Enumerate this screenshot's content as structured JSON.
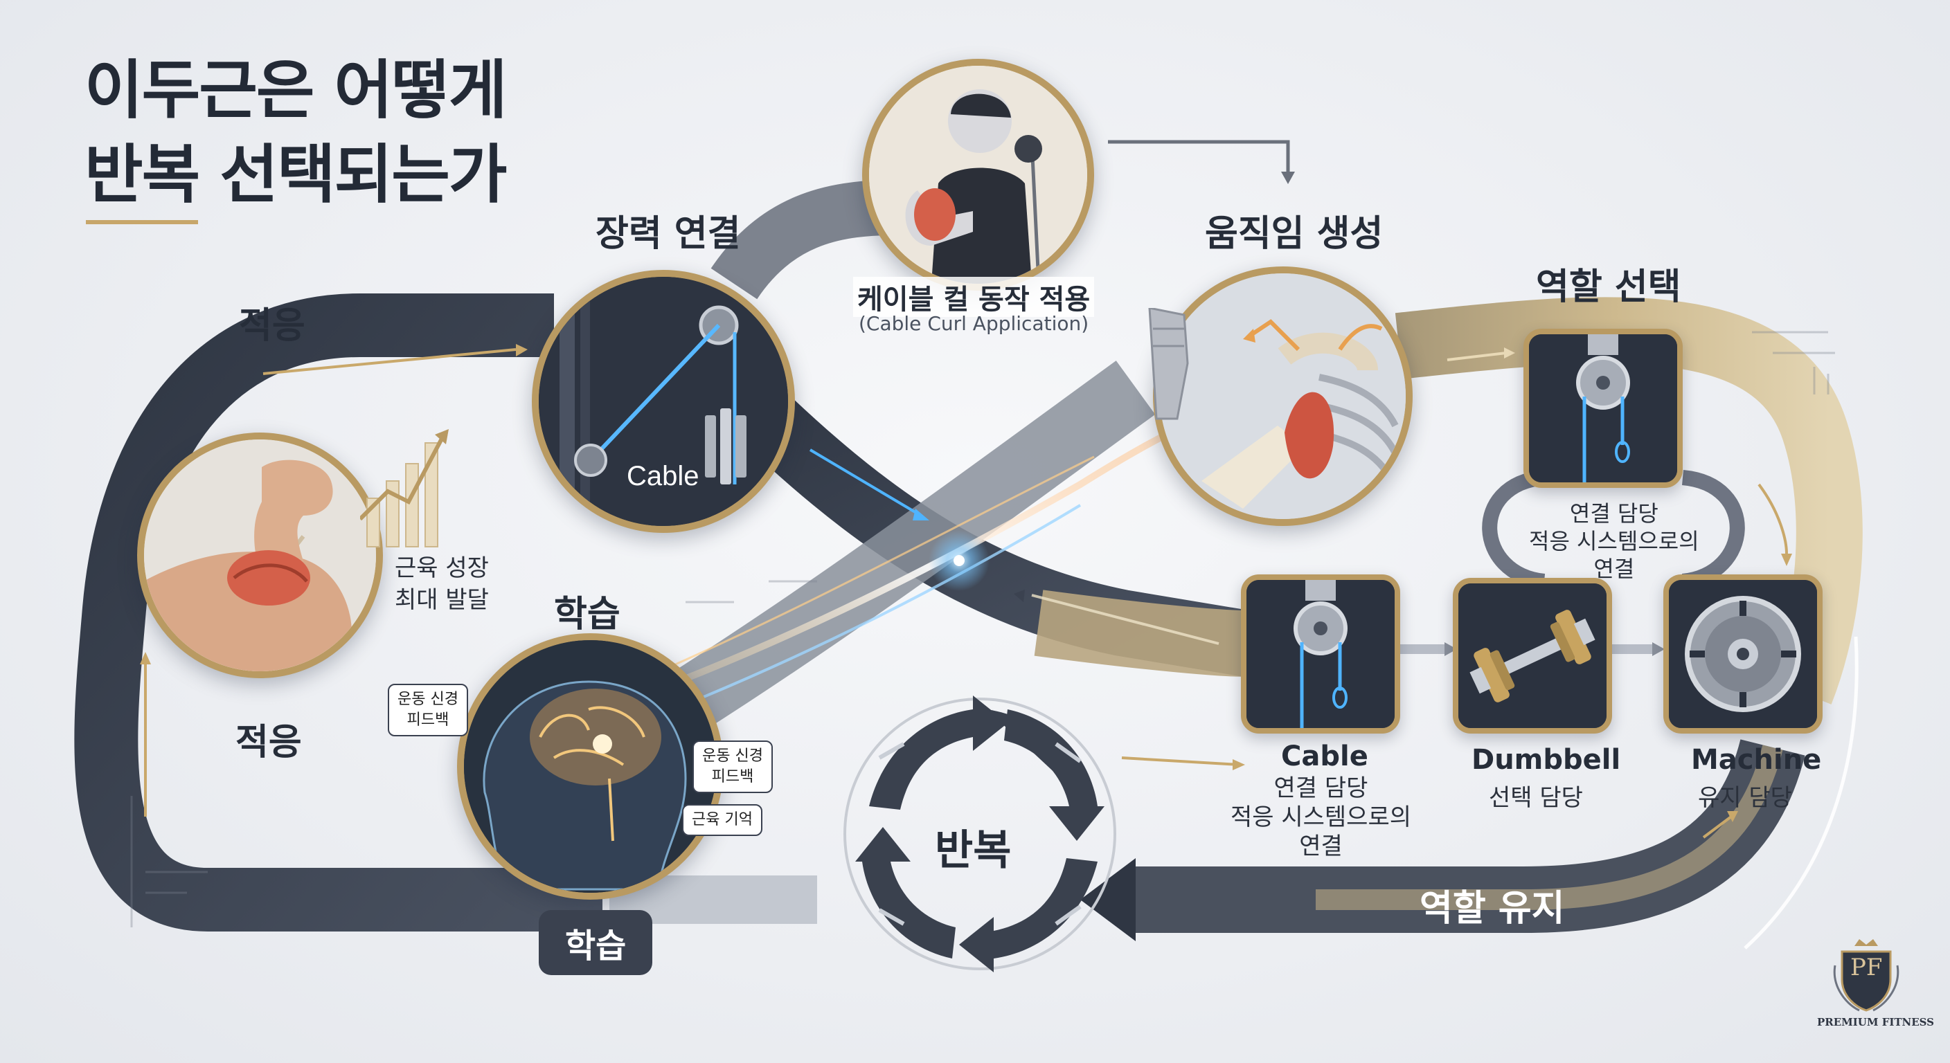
{
  "title": {
    "line1": "이두근은 어떻게",
    "line2": "반복 선택되는가"
  },
  "nodes": {
    "tension": {
      "label": "장력 연결",
      "inner_label": "Cable"
    },
    "cable_curl": {
      "label": "케이블 컬 동작 적용",
      "sublabel": "(Cable Curl Application)"
    },
    "movement": {
      "label": "움직임 생성"
    },
    "role_select": {
      "label": "역할 선택",
      "caption_line1": "연결 담당",
      "caption_line2": "적응 시스템으로의",
      "caption_line3": "연결"
    },
    "adapt": {
      "label_top": "적응",
      "label_bottom": "적응",
      "caption_line1": "근육 성장",
      "caption_line2": "최대 발달"
    },
    "learning": {
      "label": "학습",
      "pill": "학습",
      "tag_left_line1": "운동 신경",
      "tag_left_line2": "피드백",
      "tag_right_line1": "운동 신경",
      "tag_right_line2": "피드백",
      "tag_memory": "근육 기억"
    },
    "repeat": {
      "label": "반복"
    },
    "role_keep": {
      "label": "역할 유지"
    }
  },
  "equipment": [
    {
      "name": "Cable",
      "line1": "연결 담당",
      "line2": "적응 시스템으로의",
      "line3": "연결"
    },
    {
      "name": "Dumbbell",
      "line1": "선택 담당"
    },
    {
      "name": "Machine",
      "line1": "유지 담당"
    }
  ],
  "brand": {
    "name": "PREMIUM FITNESS",
    "monogram": "PF"
  },
  "colors": {
    "dark_band": "#39404d",
    "gold_band": "#c9b489",
    "accent_gold": "#b99a62",
    "glow_blue": "#4fb4ff",
    "muscle": "#d4604a",
    "title": "#232a36"
  },
  "icons": [
    "flexed-arm-icon",
    "cable-pulley-icon",
    "athlete-cable-curl-icon",
    "arm-muscle-icon",
    "pulley-tile-icon",
    "dumbbell-icon",
    "weight-plate-icon",
    "brain-head-icon",
    "dumbbell-cycle-icon",
    "crest-logo-icon"
  ]
}
